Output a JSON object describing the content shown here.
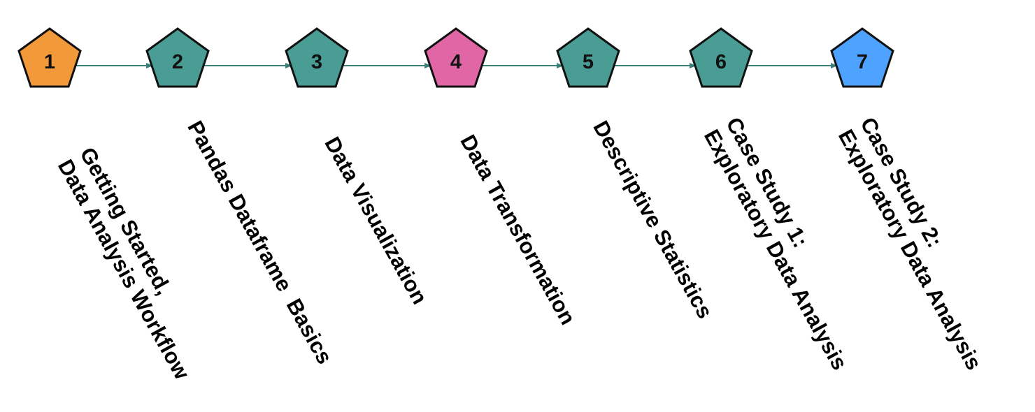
{
  "edge_color": "#3a7f79",
  "steps": [
    {
      "number": "1",
      "color": "#f2993a",
      "label_lines": [
        "Getting Started,",
        "Data Analysis Workflow"
      ]
    },
    {
      "number": "2",
      "color": "#4a9d94",
      "label_lines": [
        "Pandas Dataframe  Basics"
      ]
    },
    {
      "number": "3",
      "color": "#4a9d94",
      "label_lines": [
        "Data Visualization"
      ]
    },
    {
      "number": "4",
      "color": "#e066a6",
      "label_lines": [
        "Data Transformation"
      ]
    },
    {
      "number": "5",
      "color": "#4a9d94",
      "label_lines": [
        "Descriptive Statistics"
      ]
    },
    {
      "number": "6",
      "color": "#4a9d94",
      "label_lines": [
        "Case Study 1:",
        "Exploratory Data Analysis"
      ]
    },
    {
      "number": "7",
      "color": "#4da3ff",
      "label_lines": [
        "Case Study 2:",
        "Exploratory Data Analysis"
      ]
    }
  ]
}
